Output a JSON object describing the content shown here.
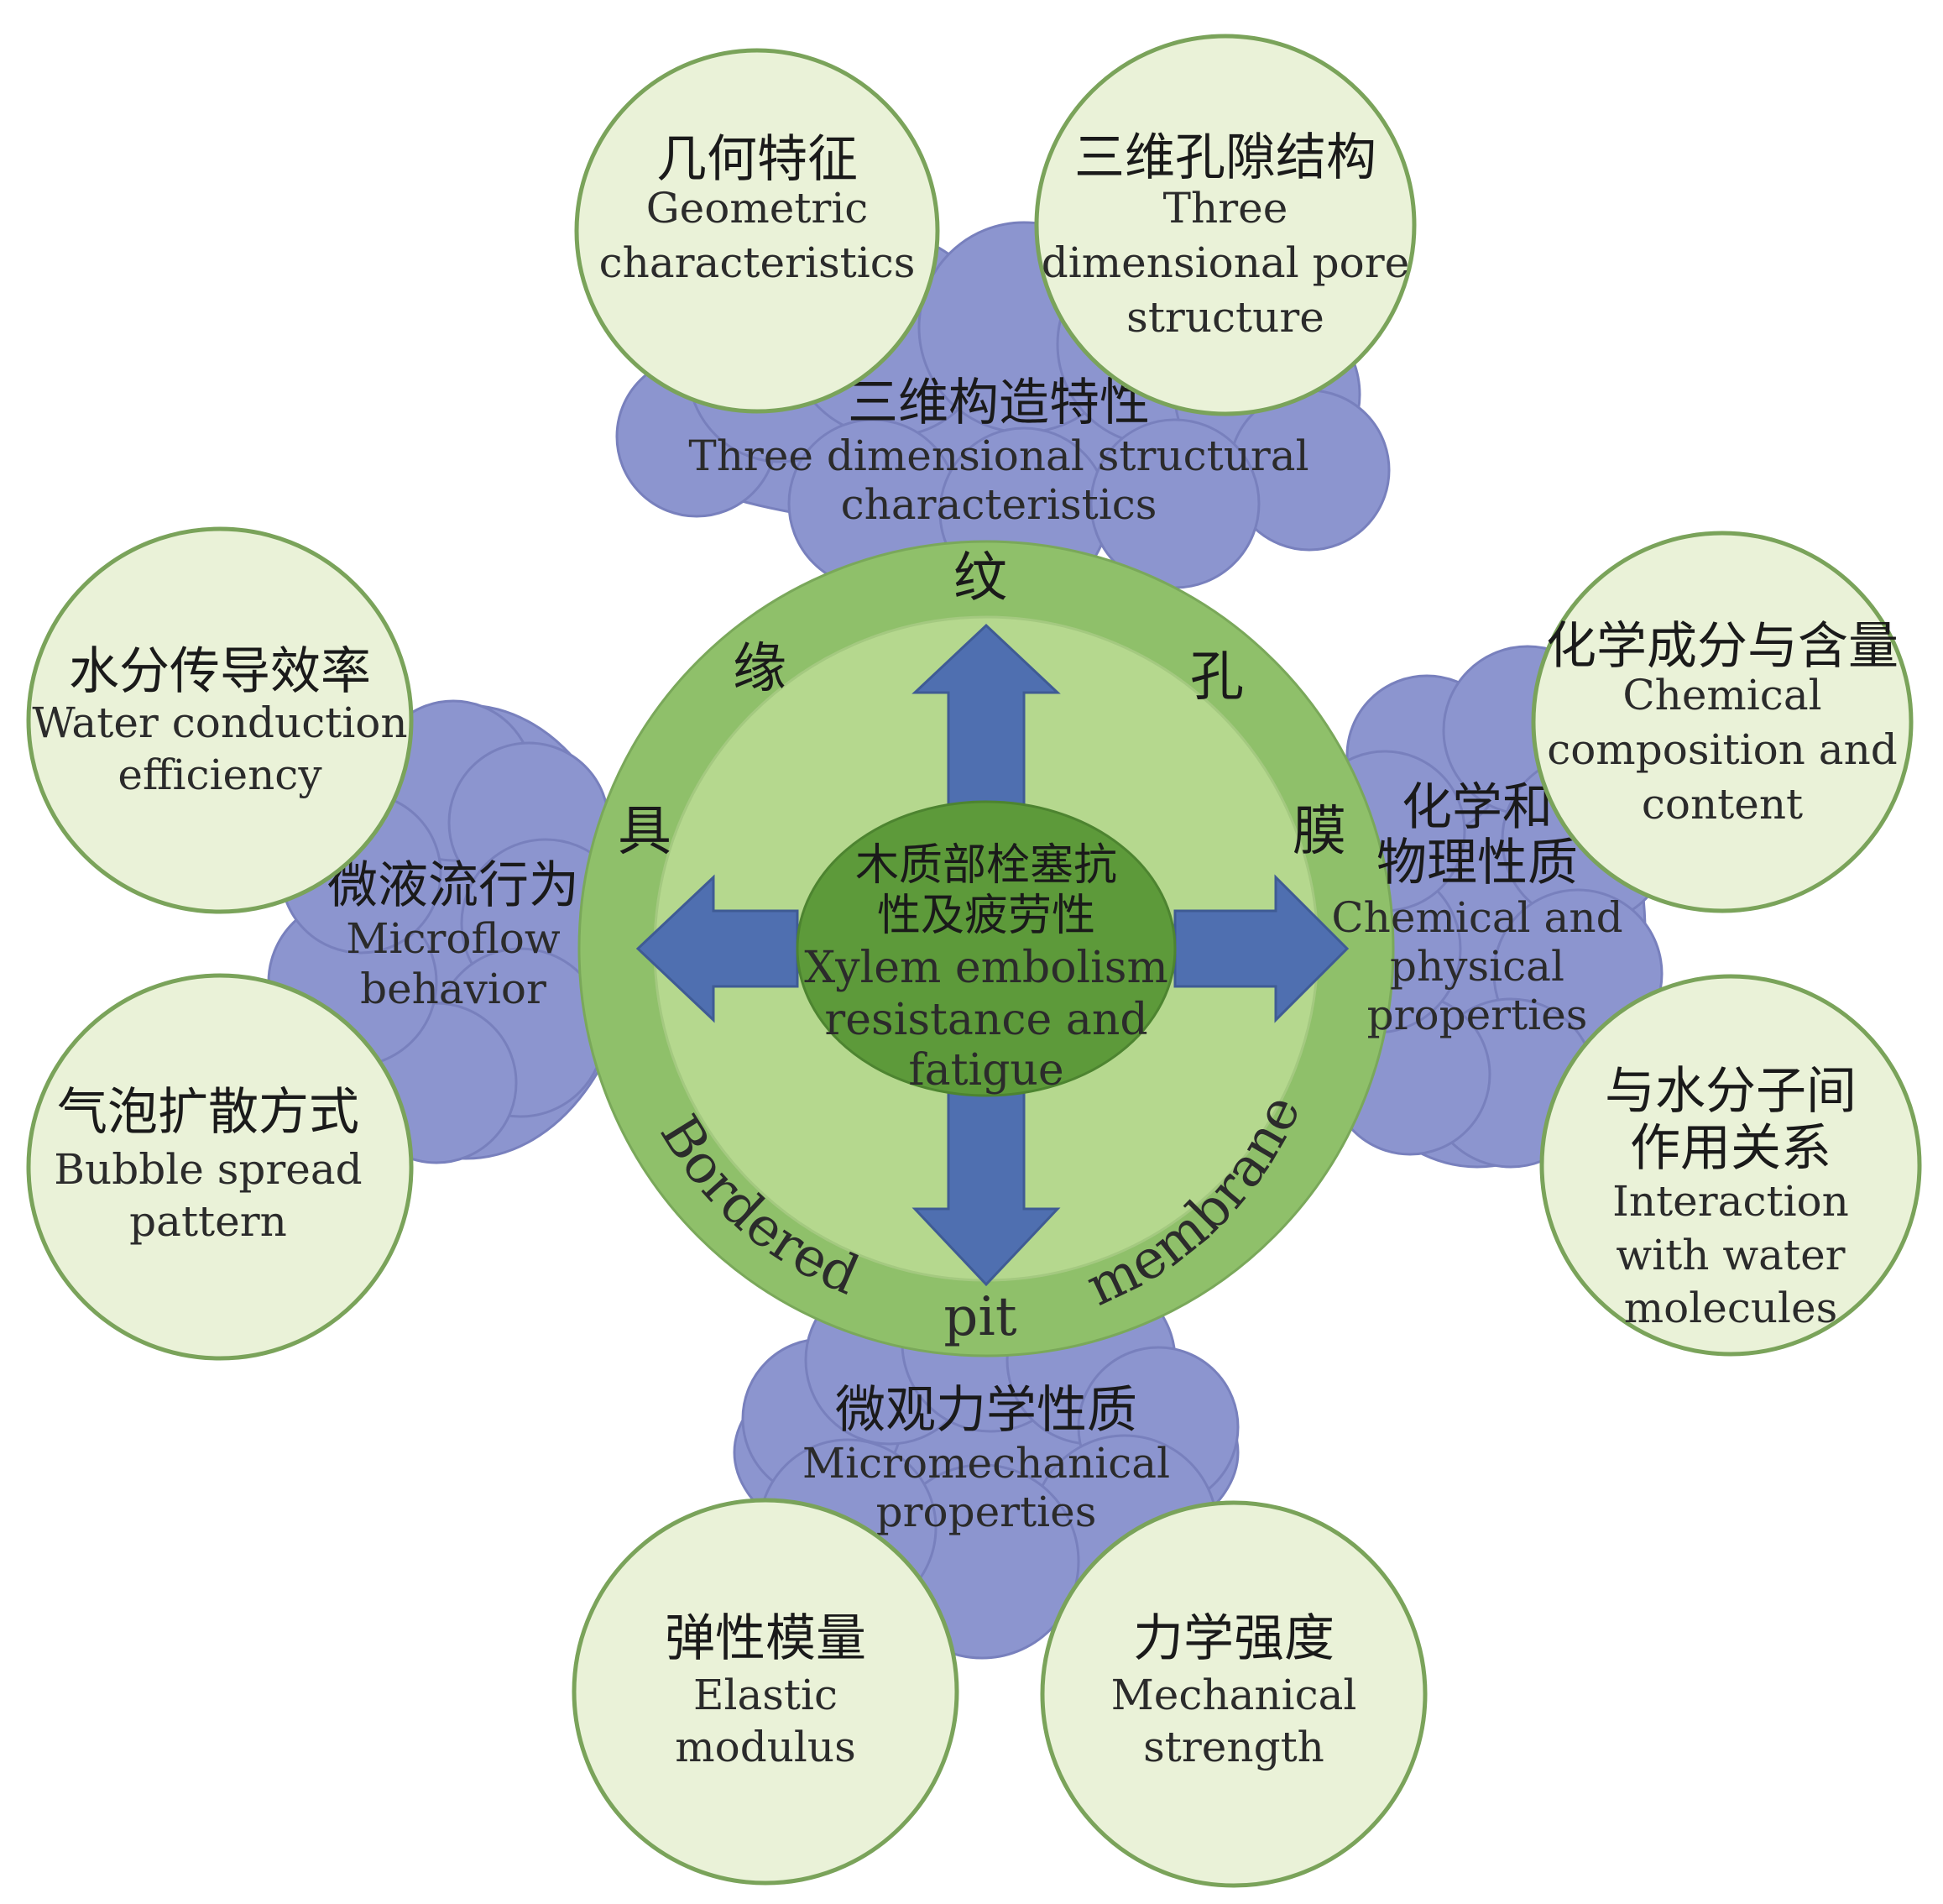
{
  "colors": {
    "outer_ring": "#8fc06a",
    "inner_ring": "#b5d88e",
    "core": "#5d9a3a",
    "arrow": "#4f6fb0",
    "cloud": "#8c95cf",
    "bubble_fill": "#eaf2d8",
    "bubble_stroke": "#7aa35a"
  },
  "center": {
    "cn_line1": "木质部栓塞抗",
    "cn_line2": "性及疲劳性",
    "en_line1": "Xylem embolism",
    "en_line2": "resistance and",
    "en_line3": "fatigue"
  },
  "ring_labels": {
    "cn": [
      "纹",
      "孔",
      "膜",
      "具",
      "缘"
    ],
    "en_left": "Bordered",
    "en_bottom": "pit",
    "en_right": "membrane"
  },
  "clusters": {
    "top": {
      "cn": "三维构造特性",
      "en_line1": "Three dimensional structural",
      "en_line2": "characteristics",
      "bubbles": [
        {
          "cn": "几何特征",
          "en": [
            "Geometric",
            "characteristics"
          ],
          "icon": ""
        },
        {
          "cn": "三维孔隙结构",
          "en": [
            "Three",
            "dimensional pore",
            "structure"
          ],
          "icon": ""
        }
      ]
    },
    "left": {
      "cn": "微液流行为",
      "en_line1": "Microflow",
      "en_line2": "behavior",
      "bubbles": [
        {
          "cn": "水分传导效率",
          "en": [
            "Water conduction",
            "efficiency"
          ],
          "icon": ""
        },
        {
          "cn": "气泡扩散方式",
          "en": [
            "Bubble spread",
            "pattern"
          ],
          "icon": ""
        }
      ]
    },
    "right": {
      "cn_line1": "化学和",
      "cn_line2": "物理性质",
      "en_line1": "Chemical and",
      "en_line2": "physical",
      "en_line3": "properties",
      "bubbles": [
        {
          "cn": "化学成分与含量",
          "en": [
            "Chemical",
            "composition and",
            "content"
          ],
          "icon": ""
        },
        {
          "cn_line1": "与水分子间",
          "cn_line2": "作用关系",
          "en": [
            "Interaction",
            "with water",
            "molecules"
          ],
          "icon": ""
        }
      ]
    },
    "bottom": {
      "cn": "微观力学性质",
      "en_line1": "Micromechanical",
      "en_line2": "properties",
      "bubbles": [
        {
          "cn": "弹性模量",
          "en": [
            "Elastic",
            "modulus"
          ],
          "icon": ""
        },
        {
          "cn": "力学强度",
          "en": [
            "Mechanical",
            "strength"
          ],
          "icon": ""
        }
      ]
    }
  }
}
